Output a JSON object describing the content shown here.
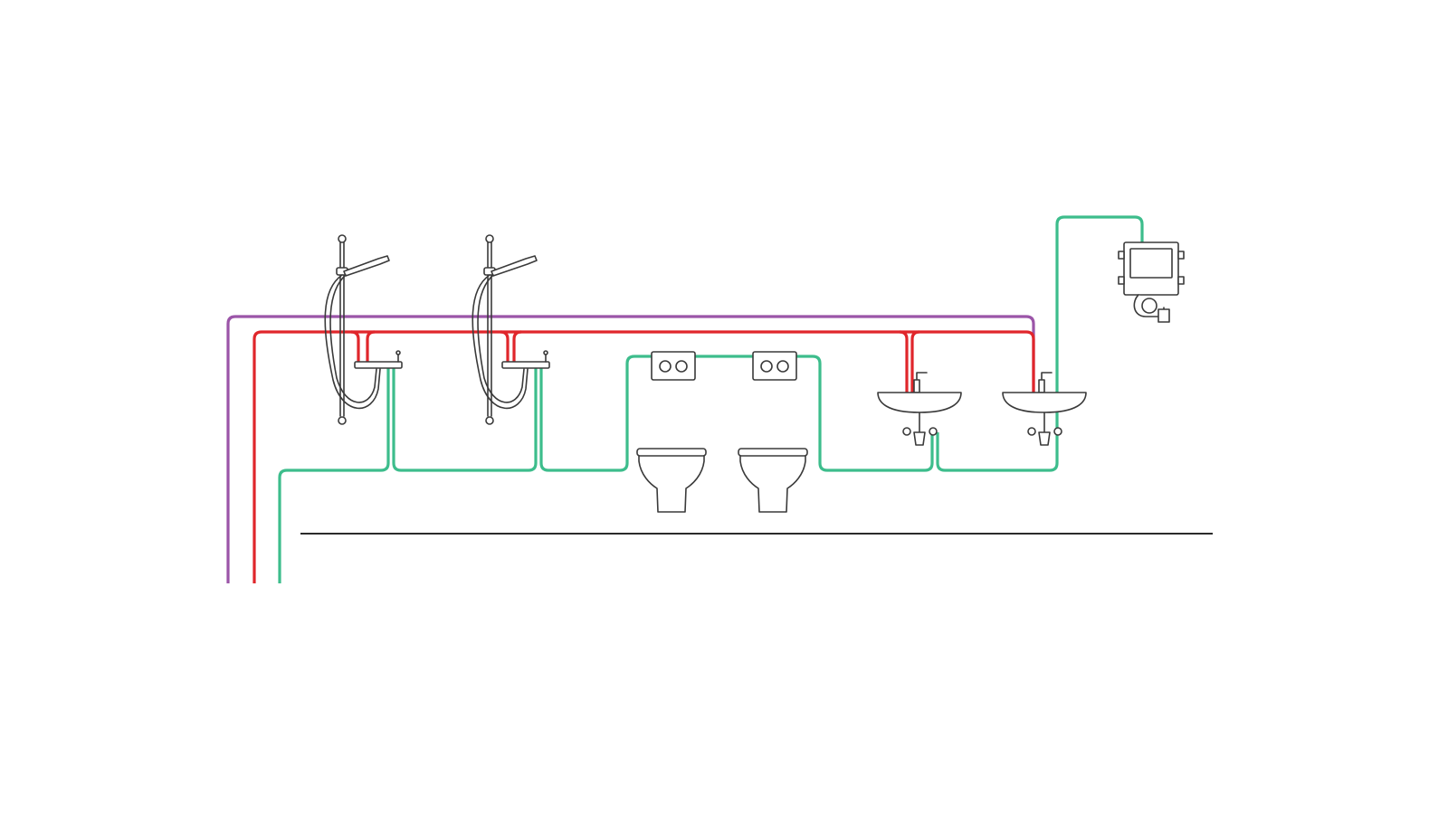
{
  "colors": {
    "background": "#ffffff",
    "circulation": "#9b55a8",
    "hot_water": "#e0262b",
    "cold_water": "#3dbd8c",
    "floor": "#2b2b2b",
    "fixture_outline": "#3a3a3a"
  },
  "fixtures": [
    {
      "name": "shower-1",
      "icon": "shower-icon"
    },
    {
      "name": "shower-2",
      "icon": "shower-icon"
    },
    {
      "name": "toilet-1",
      "icon": "wall-hung-toilet-icon"
    },
    {
      "name": "toilet-2",
      "icon": "wall-hung-toilet-icon"
    },
    {
      "name": "washbasin-1",
      "icon": "washbasin-icon"
    },
    {
      "name": "washbasin-2",
      "icon": "washbasin-icon"
    },
    {
      "name": "cistern-module",
      "icon": "concealed-cistern-icon"
    }
  ],
  "pipes": [
    {
      "name": "circulation-pipe",
      "color_key": "circulation"
    },
    {
      "name": "hot-water-pipe",
      "color_key": "hot_water"
    },
    {
      "name": "cold-water-pipe",
      "color_key": "cold_water"
    }
  ]
}
